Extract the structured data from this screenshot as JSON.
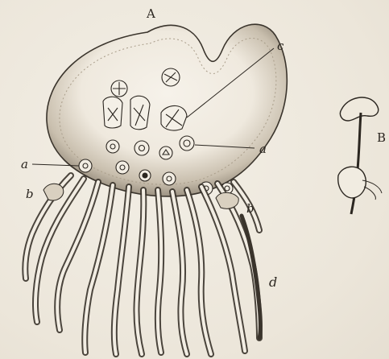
{
  "figure": {
    "labels": {
      "A": "A",
      "B": "B",
      "a_right": "a",
      "a_left": "a",
      "b_left": "b",
      "b_right": "b",
      "c": "c",
      "d": "d"
    },
    "colors": {
      "paper": "#efeae0",
      "ink": "#2b2620",
      "shade": "#8c8274"
    }
  }
}
